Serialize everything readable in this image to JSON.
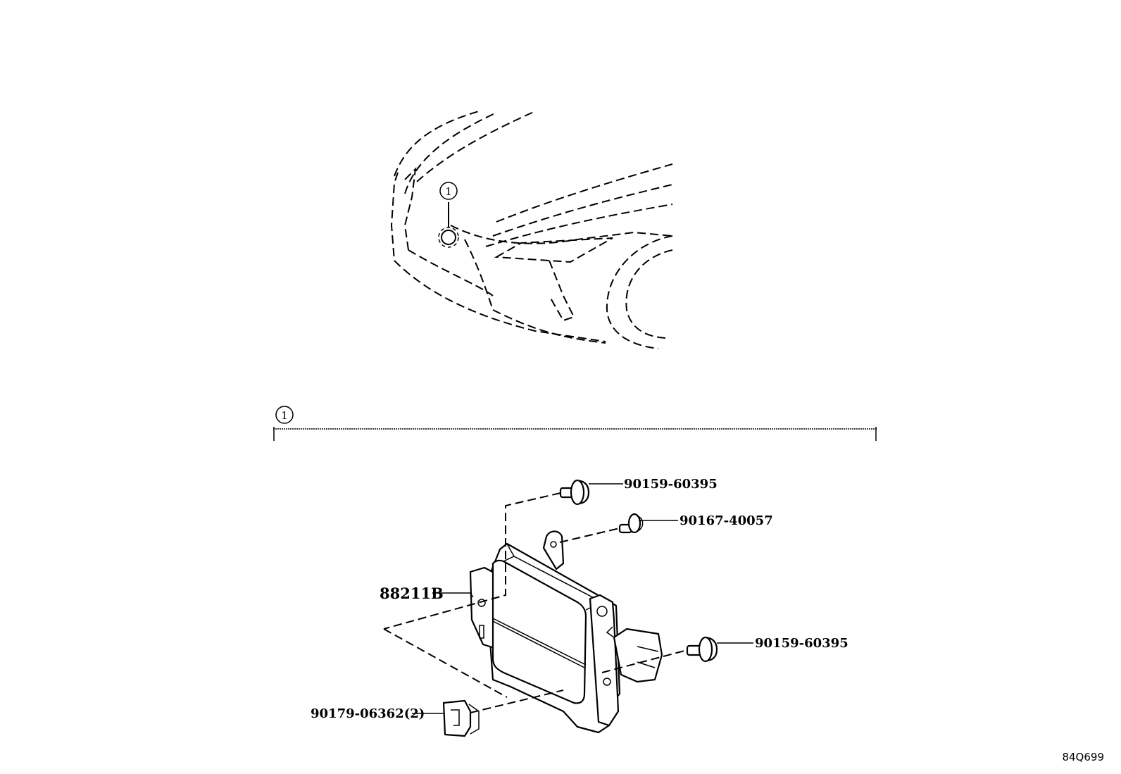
{
  "callout": {
    "location_marker": "1",
    "group_marker": "1"
  },
  "parts": {
    "radar_sensor": "88211B",
    "bolt_upper": "90159-60395",
    "screw_upper": "90167-40057",
    "bolt_right": "90159-60395",
    "clip": "90179-06362(2)"
  },
  "illustration_code": "84Q699"
}
